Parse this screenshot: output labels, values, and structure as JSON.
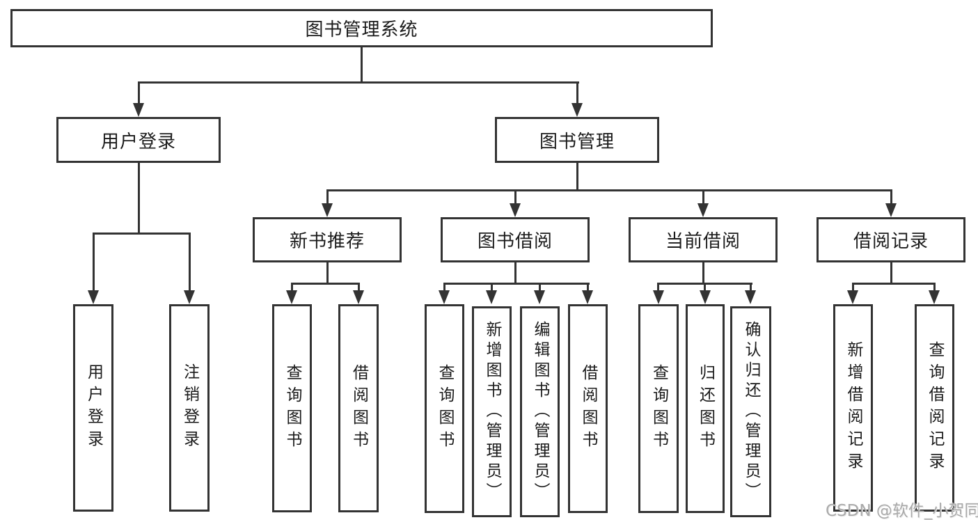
{
  "nodes": {
    "root": "图书管理系统",
    "user_login": "用户登录",
    "book_management": "图书管理",
    "new_book_recommend": "新书推荐",
    "book_borrowing": "图书借阅",
    "current_borrowing": "当前借阅",
    "borrowing_records": "借阅记录"
  },
  "leaves": {
    "user_login": "用户登录",
    "logout": "注销登录",
    "newbook_query_books": "查询图书",
    "newbook_borrow_books": "借阅图书",
    "borrowing_query_books": "查询图书",
    "borrowing_add_book_admin": "新增图书（管理员）",
    "borrowing_edit_book_admin": "编辑图书（管理员）",
    "borrowing_borrow_books": "借阅图书",
    "current_query_books": "查询图书",
    "current_return_book": "归还图书",
    "current_confirm_return_admin": "确认归还（管理员）",
    "records_add_record": "新增借阅记录",
    "records_query_record": "查询借阅记录"
  },
  "watermark": {
    "text": "CSDN @软件_小贺同学"
  },
  "colors": {
    "line": "#333333",
    "node_text": "#1b1b1b",
    "watermark": "#aaaaaa",
    "background": "#ffffff"
  }
}
